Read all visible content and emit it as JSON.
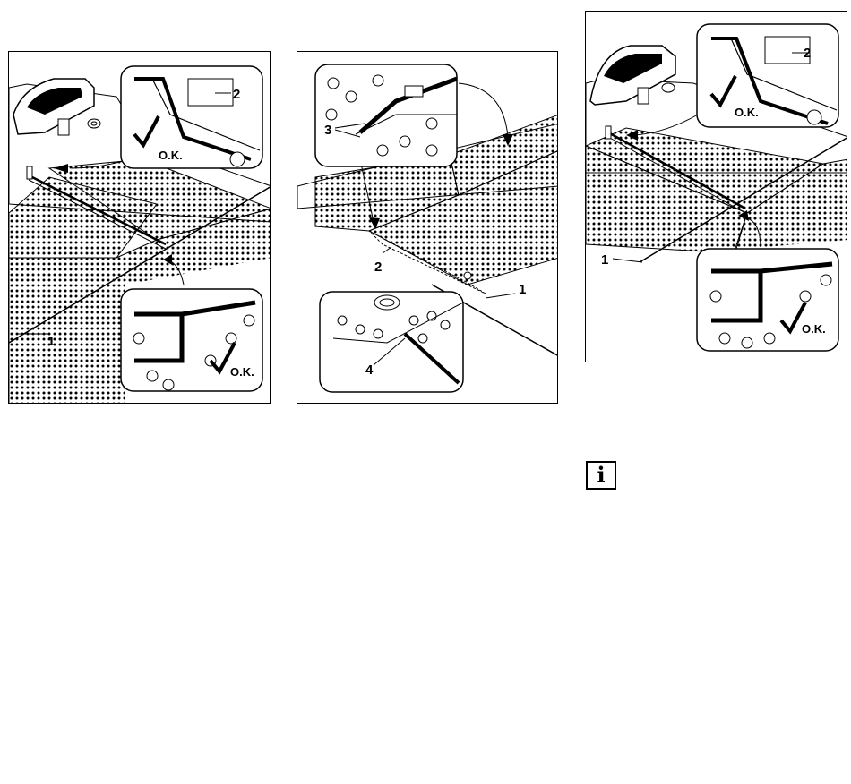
{
  "figures": [
    {
      "labels": {
        "mat_marker": "1",
        "detail_marker": "2"
      },
      "ok_text": "O.K."
    },
    {
      "labels": {
        "mat_marker": "1",
        "seam_marker": "2",
        "edge_marker": "3",
        "cut_marker": "4"
      }
    },
    {
      "labels": {
        "mat_marker": "1",
        "detail_marker": "2"
      },
      "ok_text": "O.K."
    }
  ],
  "info_icon": {
    "icon": "info-icon",
    "glyph": "i"
  }
}
